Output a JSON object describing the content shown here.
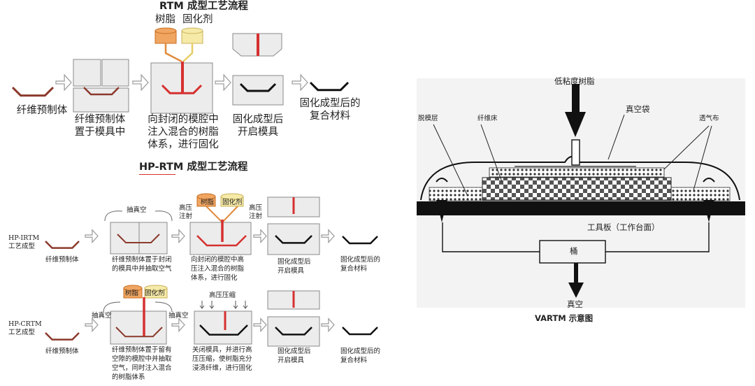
{
  "rtm": {
    "title": "RTM 成型工艺流程",
    "resin": "树脂",
    "hardener": "固化剂",
    "steps": [
      {
        "lines": [
          "纤维预制体"
        ]
      },
      {
        "lines": [
          "纤维预制体",
          "置于模具中"
        ]
      },
      {
        "lines": [
          "向封闭的模腔中",
          "注入混合的树脂",
          "体系，进行固化"
        ]
      },
      {
        "lines": [
          "固化成型后",
          "开启模具"
        ]
      },
      {
        "lines": [
          "固化成型后的",
          "复合材料"
        ]
      }
    ]
  },
  "hp": {
    "title": "HP-RTM 成型工艺流程",
    "irtm": {
      "label": [
        "HP-IRTM",
        "工艺成型"
      ],
      "vacuum": "抽真空",
      "high_pressure_inject": [
        "高压",
        "注射"
      ],
      "resin": "树脂",
      "hardener": "固化剂",
      "steps": [
        {
          "lines": [
            "纤维预制体"
          ]
        },
        {
          "lines": [
            "纤维预制体置于封闭",
            "的模具中并抽取空气"
          ]
        },
        {
          "lines": [
            "向封闭的模腔中高",
            "压注入混合的树脂",
            "体系，进行固化"
          ]
        },
        {
          "lines": [
            "固化成型后",
            "开启模具"
          ]
        },
        {
          "lines": [
            "固化成型后的",
            "复合材料"
          ]
        }
      ]
    },
    "crtm": {
      "label": [
        "HP-CRTM",
        "工艺成型"
      ],
      "vacuum": "抽真空",
      "resin": "树脂",
      "hardener": "固化剂",
      "compress": "高压压缩",
      "steps": [
        {
          "lines": [
            "纤维预制体"
          ]
        },
        {
          "lines": [
            "纤维预制体置于留有",
            "空隙的模腔中并抽取",
            "空气，同时注入混合",
            "的树脂体系"
          ]
        },
        {
          "lines": [
            "关闭模具，并进行高",
            "压压缩，使树脂充分",
            "浸渍纤维，进行固化"
          ]
        },
        {
          "lines": [
            "固化成型后",
            "开启模具"
          ]
        },
        {
          "lines": [
            "固化成型后的",
            "复合材料"
          ]
        }
      ]
    }
  },
  "vartm": {
    "labels": {
      "resin": "低粘度树脂",
      "bag": "真空袋",
      "release": "脱模层",
      "bed": "纤维床",
      "breather": "透气布",
      "tool": "工具板（工作台面）",
      "bucket": "桶",
      "vacuum": "真空"
    },
    "caption": "VARTM  示意图"
  },
  "colors": {
    "resin_fill": "#f0a561",
    "resin_dark": "#e08a3a",
    "hardener_fill": "#f6eaa8",
    "preform": "#8b3a2c",
    "injection": "#d63030",
    "cured": "#111111",
    "mold_fill": "#ececec",
    "mold_stroke": "#8a8a8a"
  }
}
